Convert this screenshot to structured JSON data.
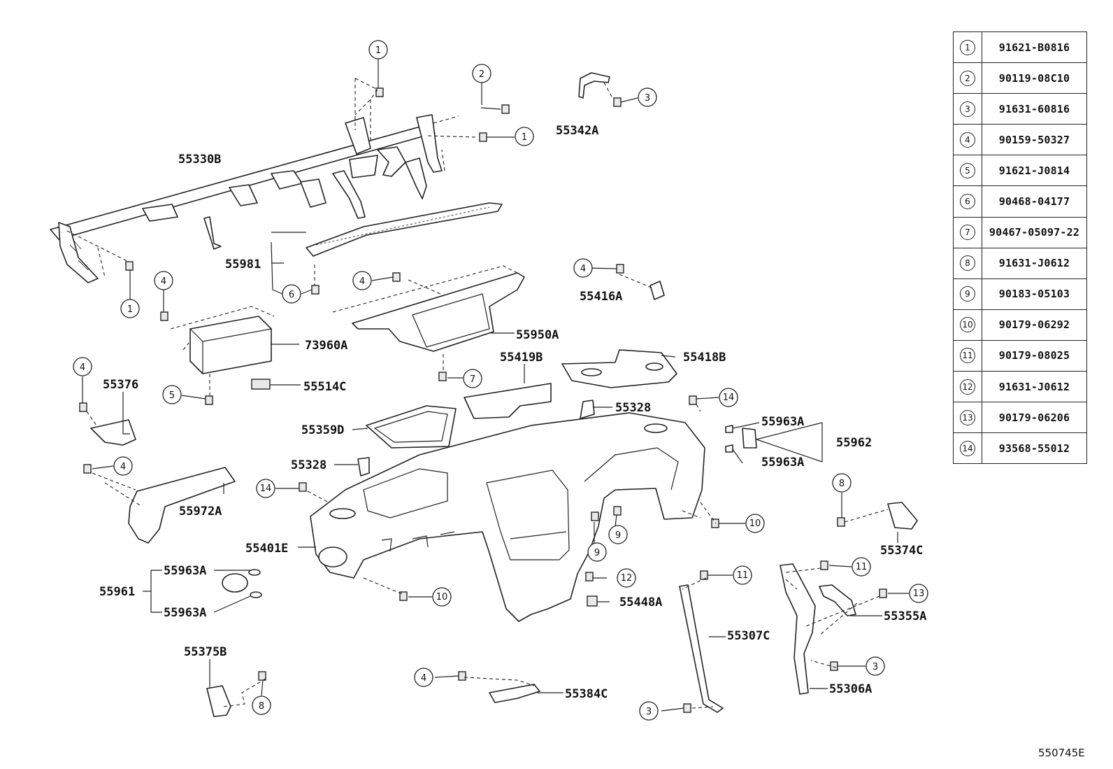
{
  "legend": [
    {
      "index": "1",
      "part_no": "91621-B0816"
    },
    {
      "index": "2",
      "part_no": "90119-08C10"
    },
    {
      "index": "3",
      "part_no": "91631-60816"
    },
    {
      "index": "4",
      "part_no": "90159-50327"
    },
    {
      "index": "5",
      "part_no": "91621-J0814"
    },
    {
      "index": "6",
      "part_no": "90468-04177"
    },
    {
      "index": "7",
      "part_no": "90467-05097-22"
    },
    {
      "index": "8",
      "part_no": "91631-J0612"
    },
    {
      "index": "9",
      "part_no": "90183-05103"
    },
    {
      "index": "10",
      "part_no": "90179-06292"
    },
    {
      "index": "11",
      "part_no": "90179-08025"
    },
    {
      "index": "12",
      "part_no": "91631-J0612"
    },
    {
      "index": "13",
      "part_no": "90179-06206"
    },
    {
      "index": "14",
      "part_no": "93568-55012"
    }
  ],
  "part_labels": {
    "p55330B": "55330B",
    "p55342A": "55342A",
    "p55981": "55981",
    "p55416A": "55416A",
    "p73960A": "73960A",
    "p55950A": "55950A",
    "p55376": "55376",
    "p55419B": "55419B",
    "p55418B": "55418B",
    "p55514C": "55514C",
    "p55328a": "55328",
    "p55359D": "55359D",
    "p55963A_a": "55963A",
    "p55962": "55962",
    "p55963A_b": "55963A",
    "p55328b": "55328",
    "p55972A": "55972A",
    "p55374C": "55374C",
    "p55401E": "55401E",
    "p55963A_c": "55963A",
    "p55961": "55961",
    "p55963A_d": "55963A",
    "p55448A": "55448A",
    "p55307C": "55307C",
    "p55355A": "55355A",
    "p55375B": "55375B",
    "p55384C": "55384C",
    "p55306A": "55306A"
  },
  "callouts": {
    "c1a": "1",
    "c2": "2",
    "c3a": "3",
    "c1b": "1",
    "c1c": "1",
    "c6": "6",
    "c4a": "4",
    "c4b": "4",
    "c4c": "4",
    "c4d": "4",
    "c5": "5",
    "c7": "7",
    "c14a": "14",
    "c4e": "4",
    "c14b": "14",
    "c8a": "8",
    "c9a": "9",
    "c9b": "9",
    "c10a": "10",
    "c10b": "10",
    "c12": "12",
    "c11a": "11",
    "c11b": "11",
    "c13": "13",
    "c3b": "3",
    "c3c": "3",
    "c4f": "4",
    "c8b": "8"
  },
  "drawing_code": "550745E"
}
